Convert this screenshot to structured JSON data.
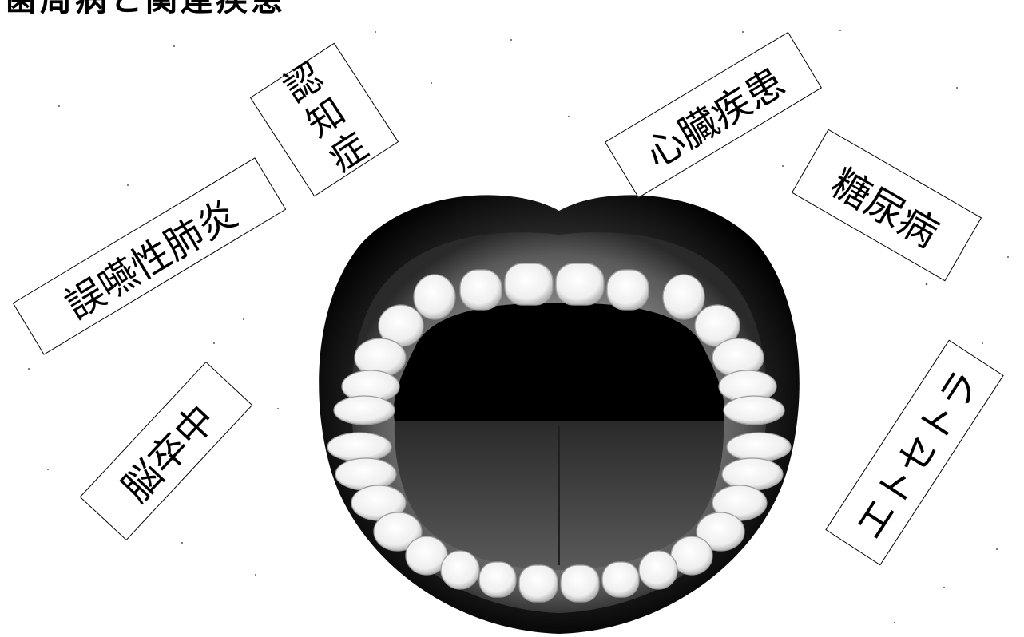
{
  "header": {
    "title": "歯周病と関連疾患"
  },
  "diagram": {
    "center": "open-mouth",
    "labels": {
      "pneumonia": "誤嚥性肺炎",
      "dementia": "認知症",
      "heart": "心臓疾患",
      "diabetes": "糖尿病",
      "stroke": "脳卒中",
      "etcetera": "エトセトラ"
    }
  },
  "colors": {
    "ink": "#000000",
    "background": "#ffffff",
    "teeth": "#f4f4f4",
    "lips": "#1a1a1a"
  }
}
